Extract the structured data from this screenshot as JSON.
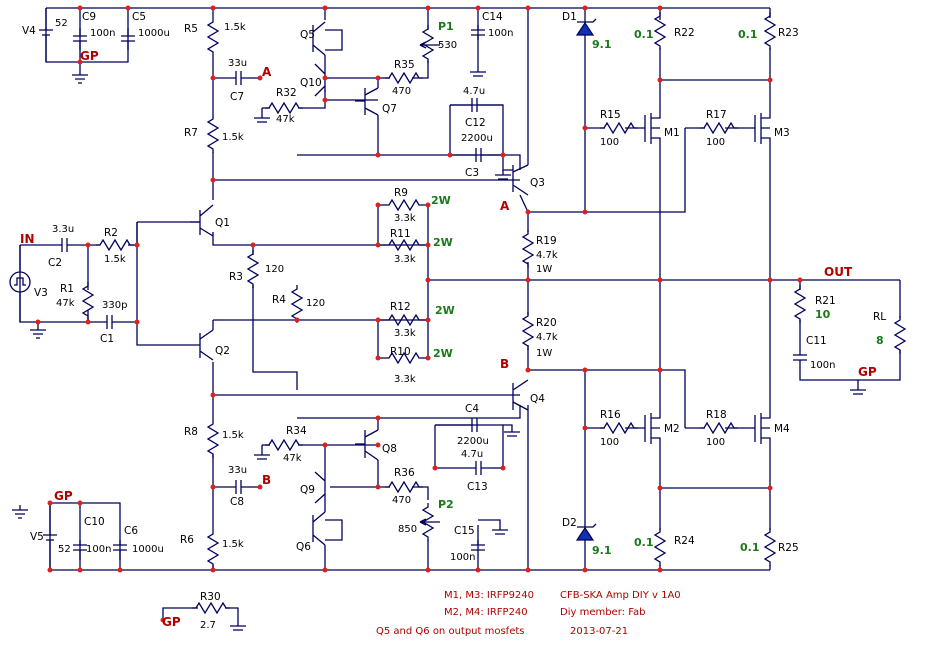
{
  "nets": {
    "in": "IN",
    "out": "OUT",
    "a": "A",
    "b": "B",
    "gp": "GP",
    "p1": "P1",
    "p2": "P2"
  },
  "resistors": {
    "r1": {
      "name": "R1",
      "value": "47k"
    },
    "r2": {
      "name": "R2",
      "value": "1.5k"
    },
    "r3": {
      "name": "R3",
      "value": "120"
    },
    "r4": {
      "name": "R4",
      "value": "120"
    },
    "r5": {
      "name": "R5",
      "value": "1.5k"
    },
    "r6": {
      "name": "R6",
      "value": "1.5k"
    },
    "r7": {
      "name": "R7",
      "value": "1.5k"
    },
    "r8": {
      "name": "R8",
      "value": "1.5k"
    },
    "r9": {
      "name": "R9",
      "value": "3.3k",
      "power": "2W"
    },
    "r10": {
      "name": "R10",
      "value": "3.3k",
      "power": "2W"
    },
    "r11": {
      "name": "R11",
      "value": "3.3k",
      "power": "2W"
    },
    "r12": {
      "name": "R12",
      "value": "3.3k",
      "power": "2W"
    },
    "r15": {
      "name": "R15",
      "value": "100"
    },
    "r16": {
      "name": "R16",
      "value": "100"
    },
    "r17": {
      "name": "R17",
      "value": "100"
    },
    "r18": {
      "name": "R18",
      "value": "100"
    },
    "r19": {
      "name": "R19",
      "value": "4.7k",
      "power": "1W"
    },
    "r20": {
      "name": "R20",
      "value": "4.7k",
      "power": "1W"
    },
    "r21": {
      "name": "R21",
      "value": "10"
    },
    "r22": {
      "name": "R22",
      "value": "0.1"
    },
    "r23": {
      "name": "R23",
      "value": "0.1"
    },
    "r24": {
      "name": "R24",
      "value": "0.1"
    },
    "r25": {
      "name": "R25",
      "value": "0.1"
    },
    "r30": {
      "name": "R30",
      "value": "2.7"
    },
    "r32": {
      "name": "R32",
      "value": "47k"
    },
    "r34": {
      "name": "R34",
      "value": "47k"
    },
    "r35": {
      "name": "R35",
      "value": "470"
    },
    "r36": {
      "name": "R36",
      "value": "470"
    },
    "rl": {
      "name": "RL",
      "value": "8"
    }
  },
  "pots": {
    "p1": "530",
    "p2": "850"
  },
  "capacitors": {
    "c1": {
      "name": "C1",
      "value": "330p"
    },
    "c2": {
      "name": "C2",
      "value": "3.3u"
    },
    "c3": {
      "name": "C3",
      "value": "2200u"
    },
    "c4": {
      "name": "C4",
      "value": "2200u"
    },
    "c5": {
      "name": "C5",
      "value": "1000u"
    },
    "c6": {
      "name": "C6",
      "value": "1000u"
    },
    "c7": {
      "name": "C7",
      "value": "33u"
    },
    "c8": {
      "name": "C8",
      "value": "33u"
    },
    "c9": {
      "name": "C9",
      "value": "100n"
    },
    "c10": {
      "name": "C10",
      "value": "100n"
    },
    "c11": {
      "name": "C11",
      "value": "100n"
    },
    "c12": {
      "name": "C12",
      "value": "4.7u"
    },
    "c13": {
      "name": "C13",
      "value": "4.7u"
    },
    "c14": {
      "name": "C14",
      "value": "100n"
    },
    "c15": {
      "name": "C15",
      "value": "100n"
    }
  },
  "sources": {
    "v3": "V3",
    "v4": {
      "name": "V4",
      "value": "52"
    },
    "v5": {
      "name": "V5",
      "value": "52"
    }
  },
  "diodes": {
    "d1": {
      "name": "D1",
      "value": "9.1"
    },
    "d2": {
      "name": "D2",
      "value": "9.1"
    }
  },
  "transistors": [
    "Q1",
    "Q2",
    "Q3",
    "Q4",
    "Q5",
    "Q6",
    "Q7",
    "Q8",
    "Q9",
    "Q10"
  ],
  "mosfets": [
    "M1",
    "M2",
    "M3",
    "M4"
  ],
  "notes": {
    "mosfets_pch": "M1, M3: IRFP9240",
    "mosfets_nch": "M2, M4: IRFP240",
    "thermal": "Q5 and Q6 on output mosfets",
    "title": "CFB-SKA Amp DIY v 1A0",
    "member": "Diy member: Fab",
    "date": "2013-07-21"
  },
  "colors": {
    "wire": "#00005a",
    "node": "#e02020",
    "label_green": "#1a7a1a",
    "label_red": "#b00000"
  }
}
